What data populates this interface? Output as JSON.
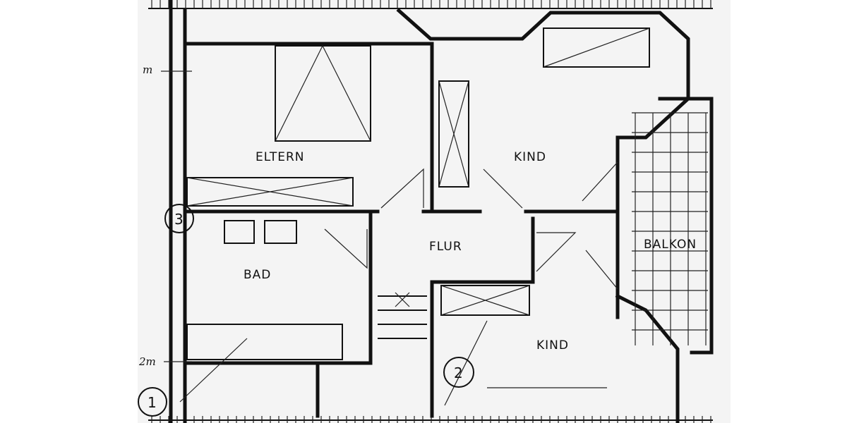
{
  "rooms": {
    "eltern": "ELTERN",
    "kind_top": "KIND",
    "flur": "FLUR",
    "bad": "BAD",
    "balkon": "BALKON",
    "kind_bottom": "KIND"
  },
  "markers": {
    "one": "1",
    "two": "2",
    "three": "3"
  },
  "dimensions": {
    "m": "m",
    "two_m": "2m"
  },
  "colors": {
    "paper": "#f4f4f4",
    "ink": "#111111"
  }
}
